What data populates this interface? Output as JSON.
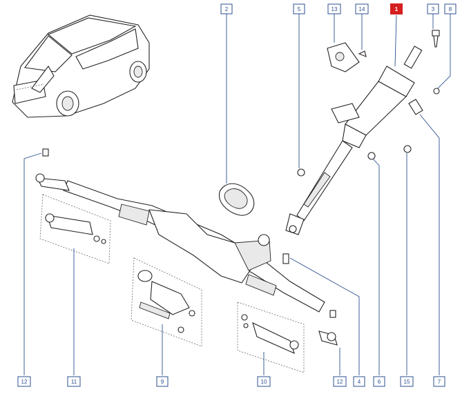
{
  "callouts": [
    {
      "id": "1",
      "label": "1",
      "highlighted": true
    },
    {
      "id": "2",
      "label": "2",
      "highlighted": false
    },
    {
      "id": "3",
      "label": "3",
      "highlighted": false
    },
    {
      "id": "4",
      "label": "4",
      "highlighted": false
    },
    {
      "id": "5",
      "label": "5",
      "highlighted": false
    },
    {
      "id": "6",
      "label": "6",
      "highlighted": false
    },
    {
      "id": "7",
      "label": "7",
      "highlighted": false
    },
    {
      "id": "8",
      "label": "8",
      "highlighted": false
    },
    {
      "id": "9",
      "label": "9",
      "highlighted": false
    },
    {
      "id": "10",
      "label": "10",
      "highlighted": false
    },
    {
      "id": "11",
      "label": "11",
      "highlighted": false
    },
    {
      "id": "12a",
      "label": "12",
      "highlighted": false
    },
    {
      "id": "12b",
      "label": "12",
      "highlighted": false
    },
    {
      "id": "13",
      "label": "13",
      "highlighted": false
    },
    {
      "id": "14",
      "label": "14",
      "highlighted": false
    },
    {
      "id": "15",
      "label": "15",
      "highlighted": false
    }
  ],
  "colors": {
    "callout": "#2b4f8f",
    "highlight": "#d61f1f"
  },
  "icons": {
    "vehicle": "hatchback-car-icon"
  }
}
